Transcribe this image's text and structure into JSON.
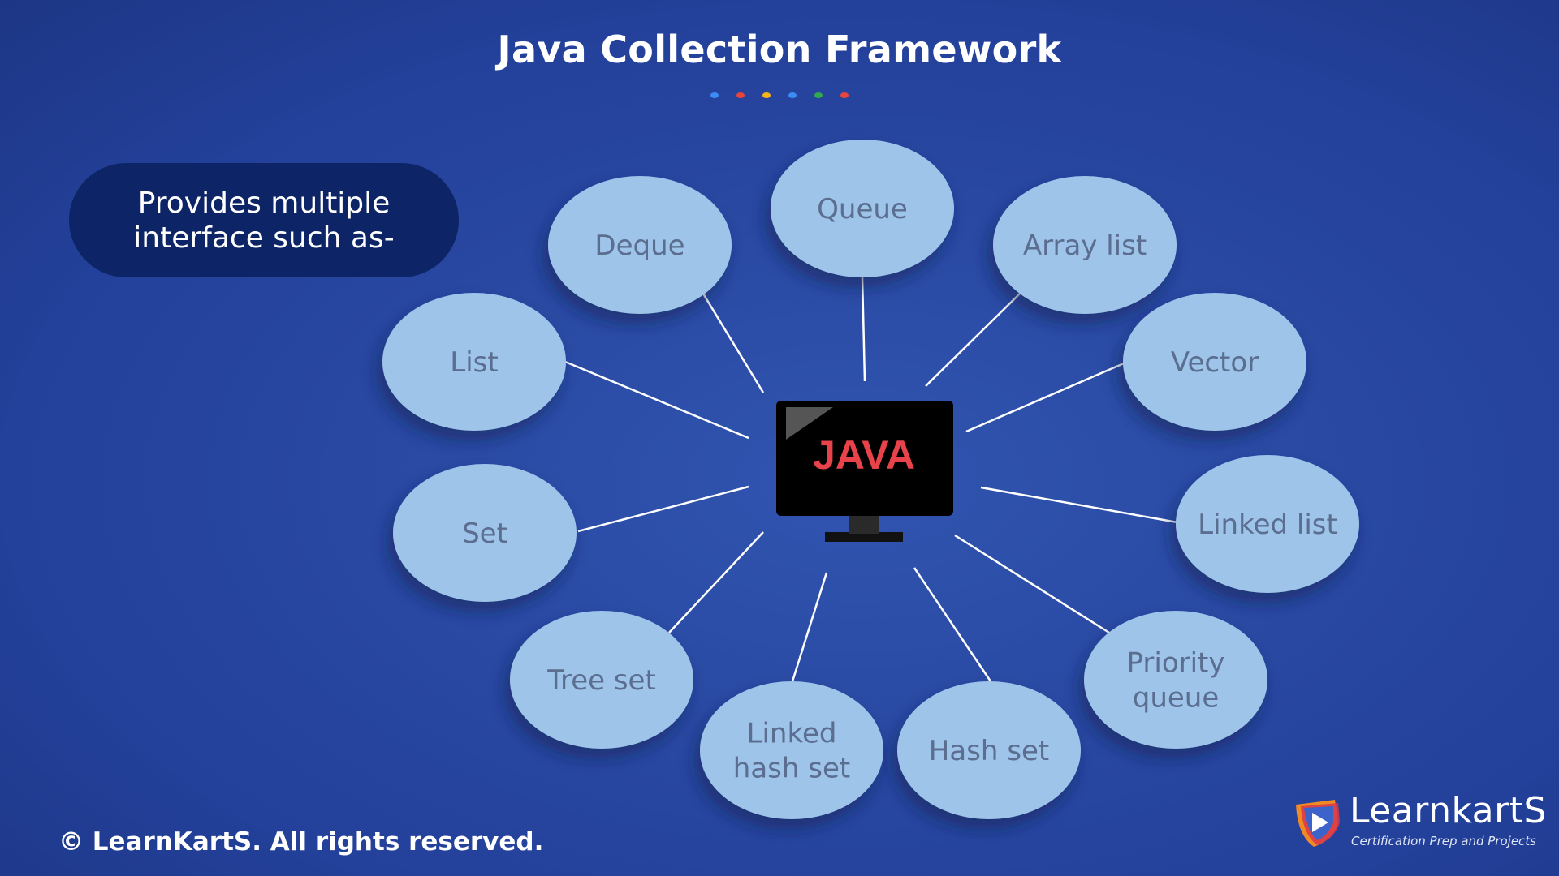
{
  "title": "Java Collection Framework",
  "title_dots": [
    "#3b8cf5",
    "#e8453c",
    "#f3b51a",
    "#3b8cf5",
    "#2faa4f",
    "#e8453c"
  ],
  "intro": "Provides multiple\ninterface such as-",
  "center": {
    "label": "JAVA",
    "icon": "computer-monitor-icon",
    "text_color": "#e8434b"
  },
  "nodes": [
    {
      "id": "queue",
      "label": "Queue"
    },
    {
      "id": "array-list",
      "label": "Array list"
    },
    {
      "id": "vector",
      "label": "Vector"
    },
    {
      "id": "linked-list",
      "label": "Linked list"
    },
    {
      "id": "priority-queue",
      "label": "Priority\nqueue"
    },
    {
      "id": "hash-set",
      "label": "Hash set"
    },
    {
      "id": "linked-hash-set",
      "label": "Linked\nhash set"
    },
    {
      "id": "tree-set",
      "label": "Tree set"
    },
    {
      "id": "set",
      "label": "Set"
    },
    {
      "id": "list",
      "label": "List"
    },
    {
      "id": "deque",
      "label": "Deque"
    }
  ],
  "colors": {
    "node_fill": "#9ec4ea",
    "node_text": "#5b6e8f",
    "pill_fill": "#0d2466"
  },
  "copyright": "© LearnKartS. All rights reserved.",
  "logo": {
    "name": "LearnkartS",
    "tagline": "Certification Prep and Projects",
    "icon": "play-shield-icon"
  }
}
